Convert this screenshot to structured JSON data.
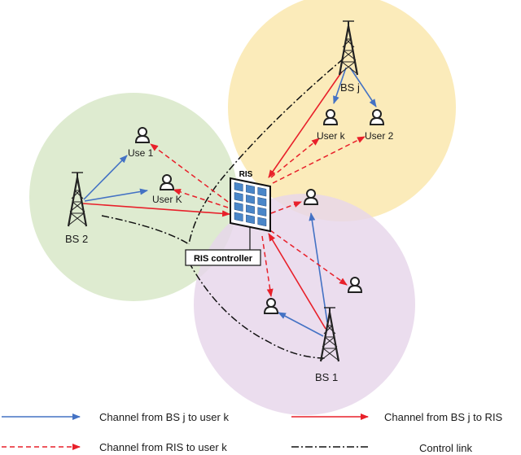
{
  "ris": {
    "label": "RIS",
    "controller_label": "RIS controller"
  },
  "base_stations": [
    {
      "id": "bs_j",
      "label": "BS j"
    },
    {
      "id": "bs_2",
      "label": "BS 2"
    },
    {
      "id": "bs_1",
      "label": "BS 1"
    }
  ],
  "users": [
    {
      "id": "user_k_j",
      "label": "User k"
    },
    {
      "id": "user_2",
      "label": "User 2"
    },
    {
      "id": "use_1",
      "label": "Use 1"
    },
    {
      "id": "user_K",
      "label": "User K"
    }
  ],
  "legend": [
    {
      "id": "blue",
      "text": "Channel from BS j to user k",
      "color": "#4472c4",
      "style": "solid"
    },
    {
      "id": "red_solid",
      "text": "Channel from BS j to RIS",
      "color": "#e8202a",
      "style": "solid"
    },
    {
      "id": "red_dashed",
      "text": "Channel from RIS to user k",
      "color": "#e8202a",
      "style": "dashed"
    },
    {
      "id": "control",
      "text": "Control link",
      "color": "#000000",
      "style": "dashdot"
    }
  ],
  "colors": {
    "cell_yellow": "#fbe9b4",
    "cell_green": "#d7e7c6",
    "cell_purple": "#e6d6ea",
    "blue": "#4472c4",
    "red": "#e8202a",
    "ris_panel": "#4a86c8"
  }
}
